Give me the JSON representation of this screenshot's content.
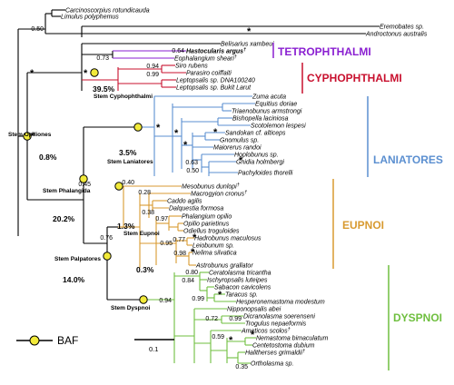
{
  "colors": {
    "outgroup": "#000000",
    "tetrophthalmi": "#8a1fd1",
    "cyphophthalmi": "#c8102e",
    "laniatores": "#5b8fd0",
    "eupnoi": "#d89a30",
    "dyspnoi": "#6fbf3f",
    "node_marker": "#f2ea3a"
  },
  "groups": {
    "tetrophthalmi": "TETROPHTHALMI",
    "cyphophthalmi": "CYPHOPHTHALMI",
    "laniatores": "LANIATORES",
    "eupnoi": "EUPNOI",
    "dyspnoi": "DYSPNOI"
  },
  "stems": {
    "opiliones": "Stem Opiliones",
    "cyphophthalmi": "Stem Cyphophthalmi",
    "laniatores": "Stem Laniatores",
    "phalangida": "Stem Phalangida",
    "eupnoi": "Stem Eupnoi",
    "palpatores": "Stem Palpatores",
    "dyspnoi": "Stem Dyspnoi"
  },
  "baf_values": {
    "cyphophthalmi": "39.5%",
    "opiliones": "0.8%",
    "laniatores": "3.5%",
    "phalangida": "20.2%",
    "eupnoi": "1.3%",
    "palpatores": "14.0%",
    "dyspnoi": "0.3%"
  },
  "support": {
    "outgroup_top": "0.50",
    "cyph_clade": "0.73",
    "tetro": "0.64",
    "siro_paras": "0.94",
    "lepto": "0.99",
    "phalangida": "0.45",
    "eup_dys": "0.76",
    "eupnoi_top": "0.40",
    "macro_inner": "0.28",
    "caddo_dalq": "0.38",
    "phal_opil": "0.97",
    "hadro": "0.77",
    "hadro_inner": "0.95",
    "neliima": "0.98",
    "lan_a": "0.63",
    "lan_b": "0.50",
    "dys_root": "0.94",
    "dys_top": "0.80",
    "dys_a": "0.84",
    "dys_b": "0.99",
    "dys_c": "0.72",
    "dys_d": "0.99",
    "dys_e": "0.59",
    "dys_f": "0.35"
  },
  "taxa": {
    "carcinoscorpius": "Carcinoscorpius rotundicauda",
    "limulus": "Limulus polyphemus",
    "eremobates": "Eremobates sp.",
    "androctonus": "Androctonus australis",
    "belisarius": "Belisarius xambeui",
    "hastocularis": "Hastocularis argus",
    "eophalangium": "Eophalangium sheari",
    "siro": "Siro rubens",
    "parasiro": "Parasiro coiffaiti",
    "lepto_dna": "Leptopsalis sp. DNA100240",
    "lepto_bukit": "Leptopsalis sp. Bukit Larut",
    "zuma": "Zuma acuta",
    "equitius": "Equitius doriae",
    "triaenobunus": "Triaenobunus armstrongi",
    "bishopella": "Bishopella laciniosa",
    "scotolemon": "Scotolemon lespesi",
    "sandokan": "Sandokan cf. alticeps",
    "gnomulus": "Gnomulus sp.",
    "maiorerus": "Maiorerus randoi",
    "hoplobunus": "Hoplobunus sp.",
    "gnidia": "Gnidia holmbergi",
    "pachyloides": "Pachyloides thorelli",
    "mesobunus": "Mesobunus dunlopi",
    "macrogyion": "Macrogyion cronus",
    "caddo": "Caddo agilis",
    "dalquestia": "Dalquestia formosa",
    "phalangium": "Phalangium opilio",
    "opilio": "Opilio parietinus",
    "odiellus": "Odiellus troguloides",
    "hadrobunus": "Hadrobunus maculosus",
    "leiobunum": "Leiobunum sp.",
    "nelima": "Nelima silvatica",
    "astrobunus": "Astrobunus grallator",
    "ceratolasma": "Ceratolasma tricantha",
    "ischyropsalis": "Ischyropsalis luteipes",
    "sabacon": "Sabacon cavicolens",
    "taracus": "Taracus sp.",
    "hesperonemastoma": "Hesperonemastoma modestum",
    "nipponopsalis": "Nipponopsalis abei",
    "dicranolasma": "Dicranolasma soerenseni",
    "trogulus": "Trogulus nepaeformis",
    "ameticos": "Ameticos scolos",
    "nemastoma": "Nemastoma bimaculatum",
    "centetostoma": "Centetostoma dubium",
    "halitherses": "Halitherses grimaldii",
    "ortholasma": "Ortholasma sp."
  },
  "fossil_mark": "†",
  "node_star": "*",
  "legend": {
    "baf": "BAF",
    "scale": "0.1"
  }
}
